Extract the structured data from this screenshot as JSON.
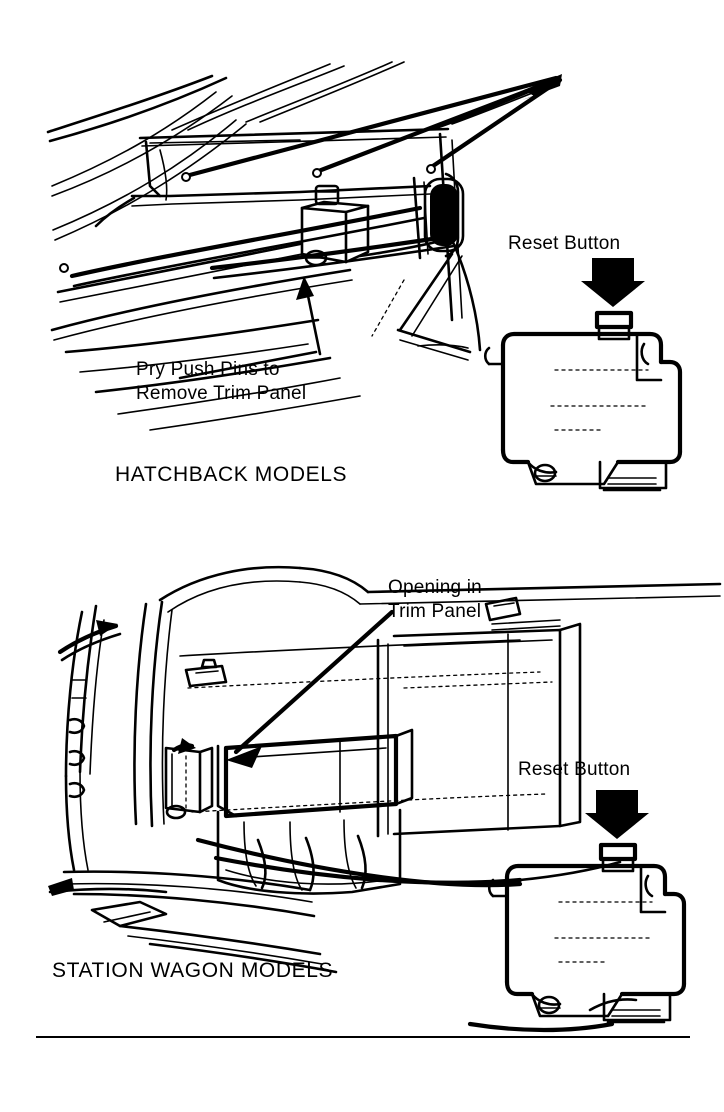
{
  "document": {
    "type": "automotive-service-illustration",
    "subject": "Fuel pump shut-off (inertia) switch reset button location",
    "page_background": "#ffffff",
    "ink_color": "#000000"
  },
  "figures": [
    {
      "id": "hatchback",
      "model_caption": "HATCHBACK MODELS",
      "callouts": [
        {
          "id": "pry-push-pins",
          "text_lines": [
            "Pry Push Pins to",
            "Remove Trim Panel"
          ],
          "text": "Pry Push Pins to\nRemove Trim Panel",
          "leader_count": 4
        }
      ],
      "detail": {
        "label": "Reset Button",
        "arrow": "down-arrow-icon",
        "component": "inertia-switch-unit"
      }
    },
    {
      "id": "station-wagon",
      "model_caption": "STATION WAGON MODELS",
      "callouts": [
        {
          "id": "opening-in-trim-panel",
          "text_lines": [
            "Opening in",
            "Trim Panel"
          ],
          "text": "Opening in\nTrim Panel",
          "leader_count": 1
        }
      ],
      "detail": {
        "label": "Reset Button",
        "arrow": "down-arrow-icon",
        "component": "inertia-switch-unit"
      }
    }
  ],
  "labels": {
    "pry_push_pins_line1": "Pry Push Pins to",
    "pry_push_pins_line2": "Remove Trim Panel",
    "hatchback_models": "HATCHBACK MODELS",
    "reset_button_upper": "Reset Button",
    "opening_in_trim_panel_line1": "Opening in",
    "opening_in_trim_panel_line2": "Trim Panel",
    "reset_button_lower": "Reset Button",
    "station_wagon_models": "STATION WAGON MODELS"
  },
  "footer": {
    "rule": true
  }
}
